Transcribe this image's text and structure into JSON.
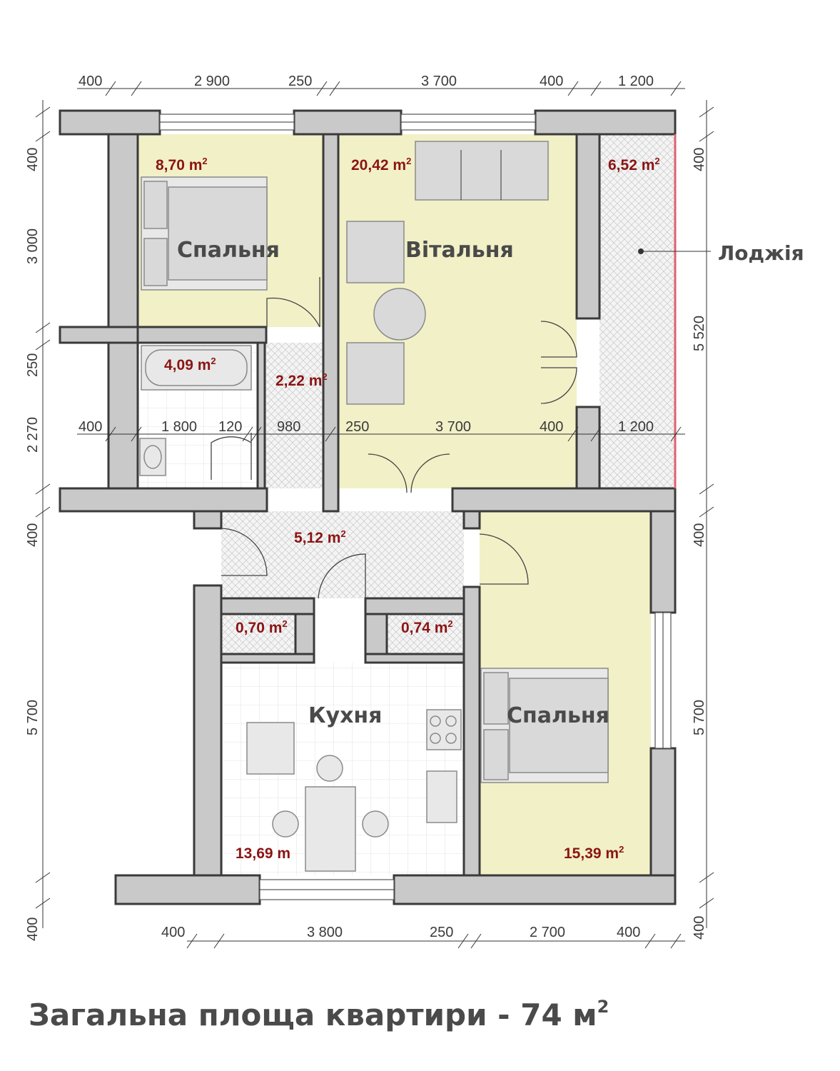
{
  "plan": {
    "rooms": {
      "bedroom_1": {
        "name": "Спальня",
        "area": "8,70 m",
        "unit_sup": "2"
      },
      "living": {
        "name": "Вітальня",
        "area": "20,42 m",
        "unit_sup": "2"
      },
      "loggia": {
        "name": "Лоджія",
        "area": "6,52 m",
        "unit_sup": "2"
      },
      "bathroom": {
        "area": "4,09 m",
        "unit_sup": "2"
      },
      "toilet": {
        "area": "2,22 m",
        "unit_sup": "2"
      },
      "hall": {
        "area": "5,12 m",
        "unit_sup": "2"
      },
      "closet_1": {
        "area": "0,70 m",
        "unit_sup": "2"
      },
      "closet_2": {
        "area": "0,74 m",
        "unit_sup": "2"
      },
      "kitchen": {
        "name": "Кухня",
        "area": "13,69 m"
      },
      "bedroom_2": {
        "name": "Спальня",
        "area": "15,39 m",
        "unit_sup": "2"
      }
    },
    "dims": {
      "top": [
        "400",
        "2 900",
        "250",
        "3 700",
        "400",
        "1 200"
      ],
      "middle": [
        "400",
        "1 800",
        "120",
        "980",
        "250",
        "3 700",
        "400",
        "1 200"
      ],
      "bottom": [
        "400",
        "3 800",
        "250",
        "2 700",
        "400"
      ],
      "left": [
        "400",
        "3 000",
        "250",
        "2 270",
        "400",
        "5 700",
        "400"
      ],
      "right": [
        "400",
        "5 520",
        "400",
        "5 700",
        "400"
      ]
    },
    "colors": {
      "wall": "#c9c9c9",
      "room_fill": "#f2f0c7",
      "area_text": "#8b1414",
      "label_text": "#4a4a4a"
    }
  },
  "total": {
    "label": "Загальна площа квартири  - 74 м",
    "unit_sup": "2"
  }
}
